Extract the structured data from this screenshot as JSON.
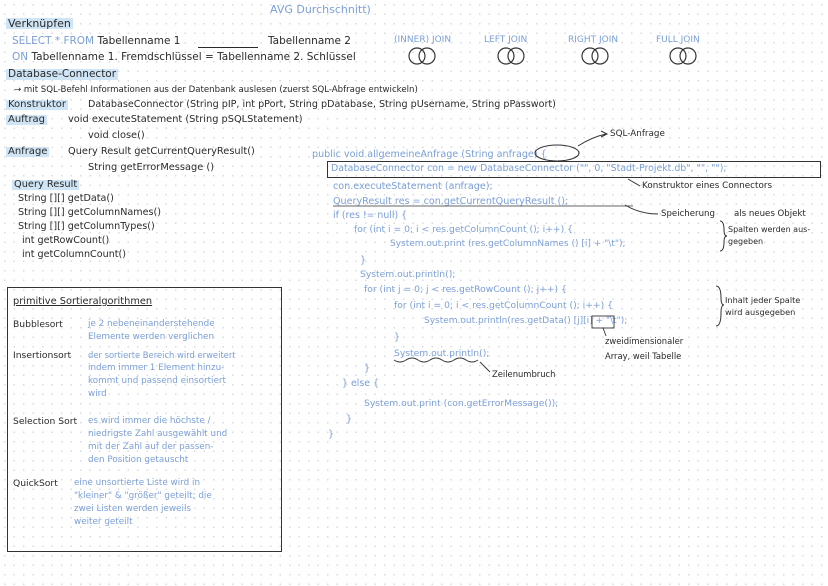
{
  "top_note": "AVG Durchschnitt)",
  "title": "Verknüpfen",
  "select_prefix": "SELECT * FROM",
  "select_t1": "Tabellenname 1",
  "select_t2": "Tabellenname 2",
  "on_prefix": "ON",
  "on_text": "Tabellenname 1. Fremdschlüssel = Tabellenname 2. Schlüssel",
  "joins": [
    "(INNER) JOIN",
    "LEFT JOIN",
    "RIGHT JOIN",
    "FULL JOIN"
  ],
  "db_heading": "Database-Connector",
  "db_note": "→ mit SQL-Befehl Informationen aus der Datenbank auslesen (zuerst SQL-Abfrage entwickeln)",
  "konstruktor_label": "Konstruktor",
  "konstruktor_text": "DatabaseConnector (String pIP, int pPort, String pDatabase, String pUsername, String pPasswort)",
  "auftrag_label": "Auftrag",
  "auftrag_lines": [
    "void executeStatement (String pSQLStatement)",
    "void close()"
  ],
  "anfrage_label": "Anfrage",
  "anfrage_lines": [
    "Query Result getCurrentQueryResult()",
    "String getErrorMessage ()"
  ],
  "qr_heading": "Query Result",
  "qr_lines": [
    "String [][] getData()",
    "String [][] getColumnNames()",
    "String [][] getColumnTypes()",
    "int getRowCount()",
    "int getColumnCount()"
  ],
  "sort_box": {
    "title": "primitive Sortieralgorithmen",
    "items": [
      {
        "name": "Bubblesort",
        "lines": [
          "je 2 nebeneinanderstehende",
          "Elemente werden verglichen"
        ]
      },
      {
        "name": "Insertionsort",
        "lines": [
          "der sortierte Bereich wird erweitert",
          "indem immer 1 Element hinzu-",
          "kommt und passend einsortiert",
          "wird"
        ]
      },
      {
        "name": "Selection Sort",
        "lines": [
          "es wird immer die höchste /",
          "niedrigste Zahl ausgewählt und",
          "mit der Zahl auf der passen-",
          "den Position getauscht"
        ]
      },
      {
        "name": "QuickSort",
        "lines": [
          "eine unsortierte Liste wird in",
          "\"kleiner\" & \"größer\" geteilt; die",
          "zwei Listen werden jeweils",
          "weiter geteilt"
        ]
      }
    ]
  },
  "code": {
    "line1": "public void allgemeineAnfrage (String anfrage) {",
    "line2": "DatabaseConnector con = new DatabaseConnector (\"\", 0, \"Stadt-Projekt.db\", \"\", \"\");",
    "line3": "con.executeStatement (anfrage);",
    "line4": "QueryResult res = con.getCurrentQueryResult ();",
    "line5": "if (res != null) {",
    "line6": "for (int i = 0; i < res.getColumnCount (); i++) {",
    "line7": "System.out.print (res.getColumnNames () [i] + \"\\t\");",
    "line8": "}",
    "line9": "System.out.println();",
    "line10": "for (int j = 0; j < res.getRowCount (); j++) {",
    "line11": "for (int i = 0; i < res.getColumnCount (); i++) {",
    "line12": "System.out.println(res.getData() [j][i] + \"\\t\");",
    "line13": "}",
    "line14": "System.out.println();",
    "line15": "}",
    "line16": "} else {",
    "line17": "System.out.print (con.getErrorMessage());",
    "line18": "}",
    "line19": "}"
  },
  "annotations": {
    "sql": "SQL-Anfrage",
    "konstruktor": "Konstruktor eines Connectors",
    "speicherung": "Speicherung",
    "objekt": "als neues Objekt",
    "spalten1": "Spalten werden aus-",
    "spalten2": "gegeben",
    "inhalt1": "Inhalt jeder Spalte",
    "inhalt2": "wird ausgegeben",
    "zweidim1": "zweidimensionaler",
    "zweidim2": "Array, weil Tabelle",
    "zeilen": "Zeilenumbruch"
  }
}
